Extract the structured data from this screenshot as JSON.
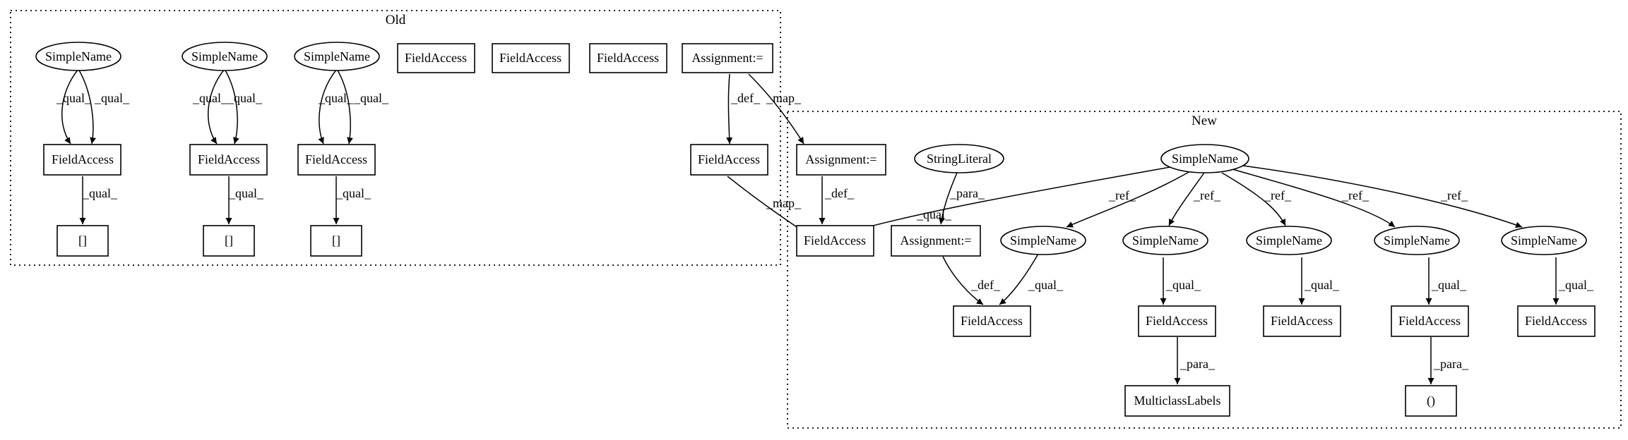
{
  "clusters": {
    "old": {
      "label": "Old"
    },
    "new": {
      "label": "New"
    }
  },
  "nodes": {
    "o_sn1": "SimpleName",
    "o_sn2": "SimpleName",
    "o_sn3": "SimpleName",
    "o_fa_top1": "FieldAccess",
    "o_fa_top2": "FieldAccess",
    "o_fa_top3": "FieldAccess",
    "o_assign": "Assignment:=",
    "o_fa1": "FieldAccess",
    "o_fa2": "FieldAccess",
    "o_fa3": "FieldAccess",
    "o_fa_def": "FieldAccess",
    "o_idx1": "[]",
    "o_idx2": "[]",
    "o_idx3": "[]",
    "n_sn_main": "SimpleName",
    "n_strlit": "StringLiteral",
    "n_assign1": "Assignment:=",
    "n_assign2": "Assignment:=",
    "n_fa_target": "FieldAccess",
    "n_sn1": "SimpleName",
    "n_sn2": "SimpleName",
    "n_sn3": "SimpleName",
    "n_sn4": "SimpleName",
    "n_sn5": "SimpleName",
    "n_fa1": "FieldAccess",
    "n_fa2": "FieldAccess",
    "n_fa3": "FieldAccess",
    "n_fa4": "FieldAccess",
    "n_fa5": "FieldAccess",
    "n_multiclass": "MulticlassLabels",
    "n_paren": "()"
  },
  "edges": [
    {
      "from": "o_sn1",
      "to": "o_fa1",
      "label": "_qual_"
    },
    {
      "from": "o_sn1",
      "to": "o_fa1",
      "label": "_qual_"
    },
    {
      "from": "o_sn2",
      "to": "o_fa2",
      "label": "_qual_"
    },
    {
      "from": "o_sn2",
      "to": "o_fa2",
      "label": "_qual_"
    },
    {
      "from": "o_sn3",
      "to": "o_fa3",
      "label": "_qual_"
    },
    {
      "from": "o_sn3",
      "to": "o_fa3",
      "label": "_qual_"
    },
    {
      "from": "o_fa1",
      "to": "o_idx1",
      "label": "_qual_"
    },
    {
      "from": "o_fa2",
      "to": "o_idx2",
      "label": "_qual_"
    },
    {
      "from": "o_fa3",
      "to": "o_idx3",
      "label": "_qual_"
    },
    {
      "from": "o_assign",
      "to": "o_fa_def",
      "label": "_def_"
    },
    {
      "from": "o_assign",
      "to": "n_assign1",
      "label": "_map_"
    },
    {
      "from": "o_fa_def",
      "to": "n_fa_target",
      "label": "_map_"
    },
    {
      "from": "n_assign1",
      "to": "n_fa_target",
      "label": "_def_"
    },
    {
      "from": "n_sn_main",
      "to": "n_fa_target",
      "label": "_qual_"
    },
    {
      "from": "n_strlit",
      "to": "n_assign2",
      "label": "_para_"
    },
    {
      "from": "n_assign2",
      "to": "n_fa1",
      "label": "_def_"
    },
    {
      "from": "n_sn1",
      "to": "n_fa1",
      "label": "_qual_"
    },
    {
      "from": "n_sn_main",
      "to": "n_sn1",
      "label": "_ref_"
    },
    {
      "from": "n_sn_main",
      "to": "n_sn2",
      "label": "_ref_"
    },
    {
      "from": "n_sn_main",
      "to": "n_sn3",
      "label": "_ref_"
    },
    {
      "from": "n_sn_main",
      "to": "n_sn4",
      "label": "_ref_"
    },
    {
      "from": "n_sn_main",
      "to": "n_sn5",
      "label": "_ref_"
    },
    {
      "from": "n_sn2",
      "to": "n_fa2",
      "label": "_qual_"
    },
    {
      "from": "n_sn3",
      "to": "n_fa3",
      "label": "_qual_"
    },
    {
      "from": "n_sn4",
      "to": "n_fa4",
      "label": "_qual_"
    },
    {
      "from": "n_sn5",
      "to": "n_fa5",
      "label": "_qual_"
    },
    {
      "from": "n_fa2",
      "to": "n_multiclass",
      "label": "_para_"
    },
    {
      "from": "n_fa4",
      "to": "n_paren",
      "label": "_para_"
    }
  ]
}
